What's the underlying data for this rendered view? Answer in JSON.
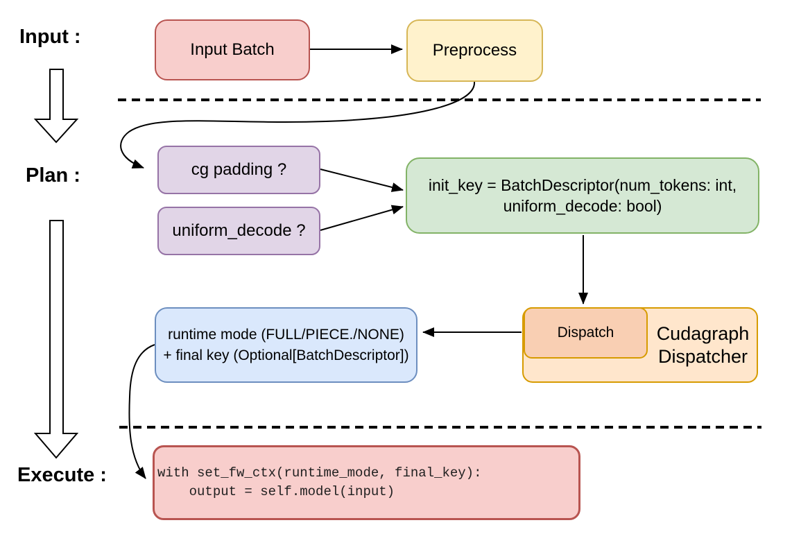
{
  "diagram": {
    "title_hint": "cudagraph dispatch flow",
    "connector_color": "#000000",
    "sections": [
      {
        "id": "input",
        "label": "Input :"
      },
      {
        "id": "plan",
        "label": "Plan :"
      },
      {
        "id": "execute",
        "label": "Execute :"
      }
    ]
  },
  "nodes": {
    "input_batch": {
      "label": "Input Batch",
      "fill": "#f8cecc",
      "border": "#b85450"
    },
    "preprocess": {
      "label": "Preprocess",
      "fill": "#fff2cc",
      "border": "#d6b656"
    },
    "cg_padding": {
      "label": "cg padding ?",
      "fill": "#e1d5e7",
      "border": "#9673a6"
    },
    "uniform_decode": {
      "label": "uniform_decode ?",
      "fill": "#e1d5e7",
      "border": "#9673a6"
    },
    "init_key": {
      "lines": [
        "init_key = BatchDescriptor(num_tokens: int,",
        "uniform_decode: bool)"
      ],
      "fill": "#d5e8d4",
      "border": "#82b366"
    },
    "dispatch": {
      "label": "Dispatch",
      "fill": "#f9cfb3",
      "border": "#d79b00"
    },
    "cudagraph_dispatcher": {
      "lines": [
        "Cudagraph",
        "Dispatcher"
      ],
      "fill": "#ffe6cc",
      "border": "#d79b00"
    },
    "runtime_key": {
      "lines": [
        "runtime mode (FULL/PIECE./NONE)",
        "+ final key (Optional[BatchDescriptor])"
      ],
      "fill": "#dae8fc",
      "border": "#6c8ebf"
    },
    "execute_code": {
      "lines": [
        "with set_fw_ctx(runtime_mode, final_key):",
        "    output = self.model(input)"
      ],
      "fill": "#f8cecc",
      "border": "#b85450"
    }
  }
}
